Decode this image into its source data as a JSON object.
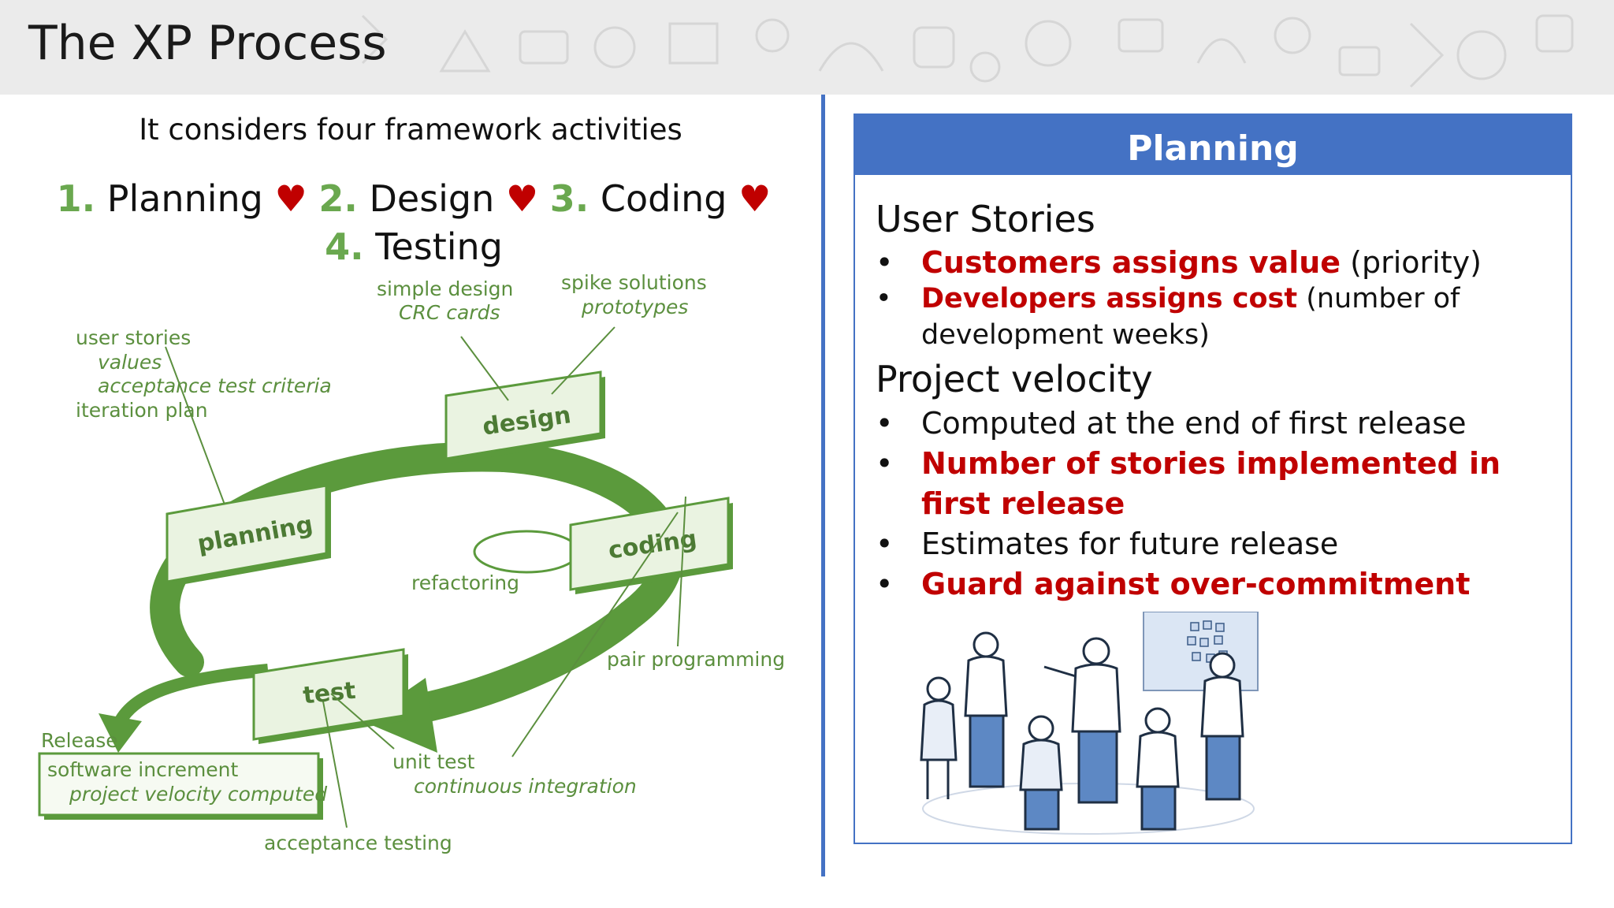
{
  "title": "The XP Process",
  "intro": "It considers four framework activities",
  "activities": [
    {
      "num": "1.",
      "label": "Planning"
    },
    {
      "num": "2.",
      "label": "Design"
    },
    {
      "num": "3.",
      "label": "Coding"
    },
    {
      "num": "4.",
      "label": "Testing"
    }
  ],
  "heart_glyph": "♥",
  "diagram": {
    "boxes": {
      "planning": "planning",
      "design": "design",
      "coding": "coding",
      "test": "test"
    },
    "planning_notes": [
      "user stories",
      "values",
      "acceptance test criteria",
      "iteration plan"
    ],
    "design_notes": [
      "simple design",
      "CRC cards"
    ],
    "spike_notes": [
      "spike solutions",
      "prototypes"
    ],
    "refactoring": "refactoring",
    "pair_programming": "pair programming",
    "unit_test": "unit test",
    "continuous_integration": "continuous integration",
    "acceptance_testing": "acceptance testing",
    "release": "Release",
    "release_notes": [
      "software increment",
      "project velocity computed"
    ],
    "colors": {
      "green": "#5b9a3c",
      "box_fill": "#eaf3e1",
      "label": "#5b8f3e"
    }
  },
  "panel": {
    "header": "Planning",
    "user_stories_heading": "User Stories",
    "user_stories": [
      {
        "red": "Customers assigns value",
        "rest": " (priority)"
      },
      {
        "red": "Developers assigns cost",
        "rest": " (number of development weeks)"
      }
    ],
    "velocity_heading": "Project velocity",
    "velocity": [
      {
        "red": "",
        "rest": "Computed at the end of first release"
      },
      {
        "red": "Number of stories implemented in first release",
        "rest": ""
      },
      {
        "red": "",
        "rest": "Estimates for future release"
      },
      {
        "red": "Guard against over-commitment",
        "rest": ""
      }
    ]
  },
  "colors": {
    "accent_blue": "#4472c4",
    "emphasis_red": "#c00000",
    "number_green": "#6aa84f"
  }
}
